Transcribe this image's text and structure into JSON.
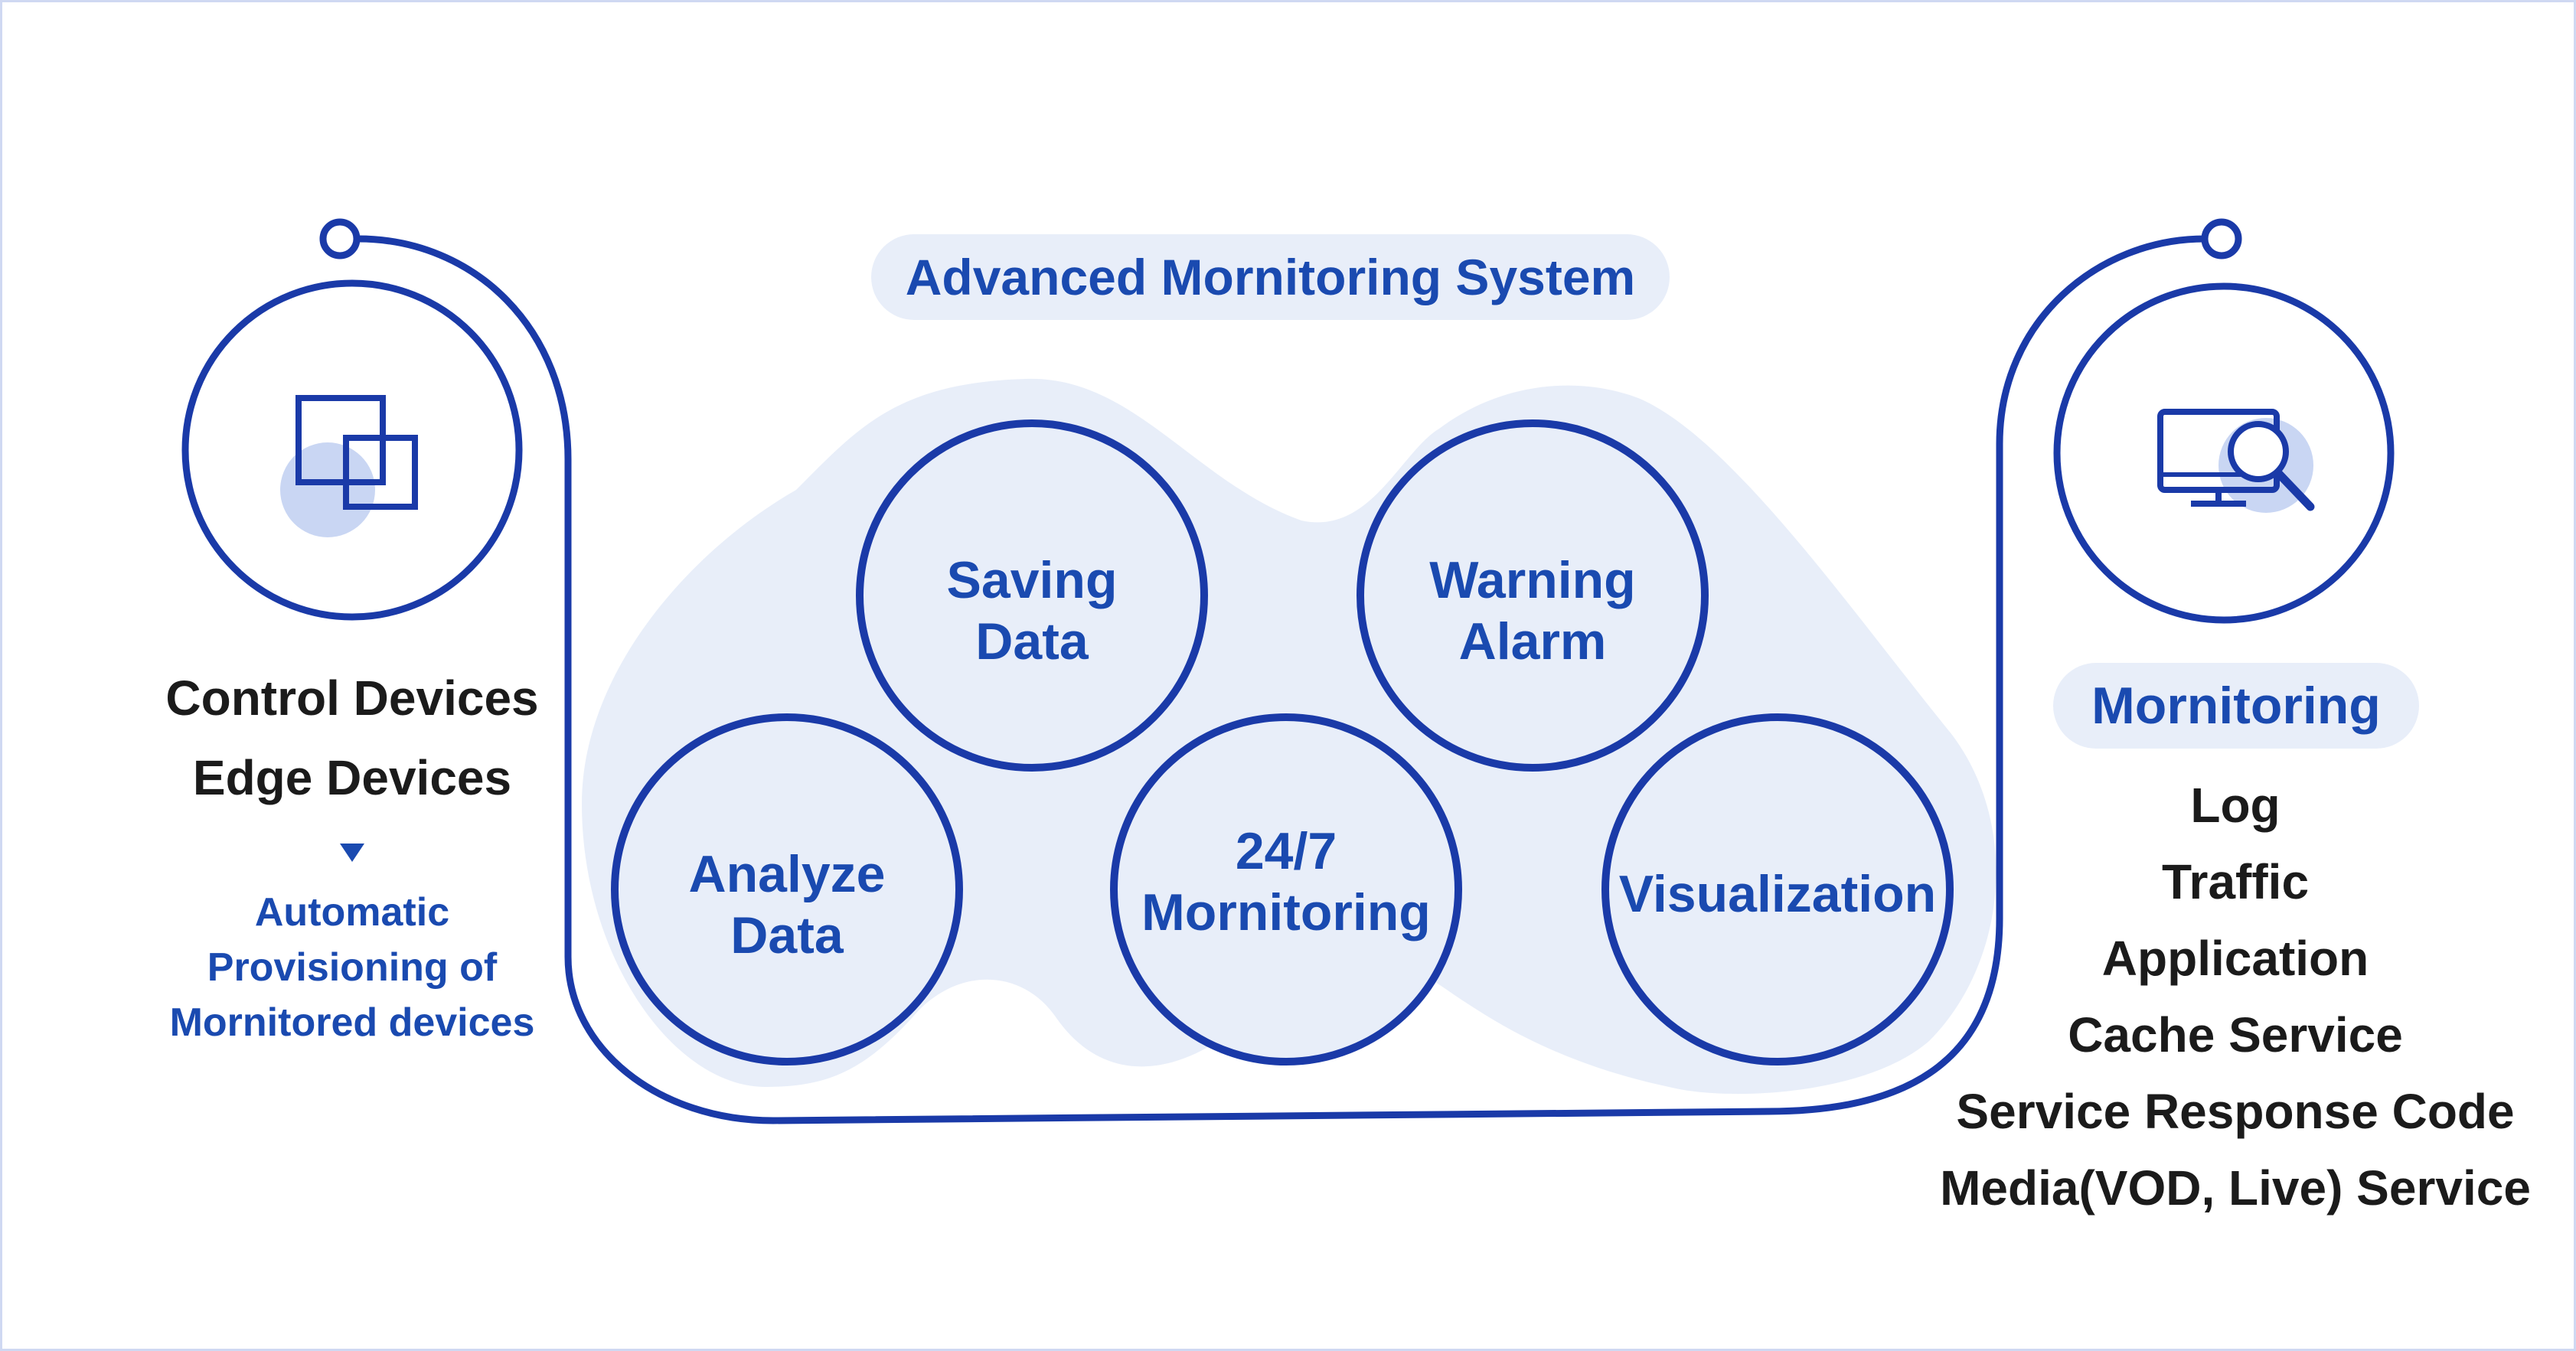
{
  "title": "Advanced Mornitoring System",
  "left": {
    "icon": "overlapping-squares-icon",
    "devices": [
      "Control Devices",
      "Edge Devices"
    ],
    "arrow_icon": "down-triangle-icon",
    "provisioning": [
      "Automatic",
      "Provisioning of",
      "Mornitored devices"
    ]
  },
  "center": {
    "circles": [
      {
        "id": "saving-data",
        "lines": [
          "Saving",
          "Data"
        ]
      },
      {
        "id": "warning-alarm",
        "lines": [
          "Warning",
          "Alarm"
        ]
      },
      {
        "id": "analyze-data",
        "lines": [
          "Analyze",
          "Data"
        ]
      },
      {
        "id": "monitoring-247",
        "lines": [
          "24/7",
          "Mornitoring"
        ]
      },
      {
        "id": "visualization",
        "lines": [
          "Visualization"
        ]
      }
    ]
  },
  "right": {
    "icon": "monitor-magnifier-icon",
    "pill_label": "Mornitoring",
    "items": [
      "Log",
      "Traffic",
      "Application",
      "Cache Service",
      "Service Response Code",
      "Media(VOD, Live) Service"
    ]
  },
  "colors": {
    "primary": "#1a3aa8",
    "text_blue": "#1a4ab0",
    "light_fill": "#e8eef9",
    "accent_fill": "#c9d6f3",
    "dark_text": "#1b1b1b"
  }
}
